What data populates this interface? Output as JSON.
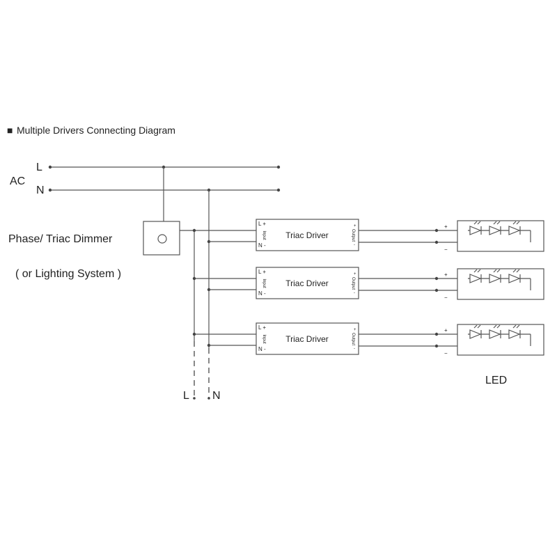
{
  "title": "Multiple Drivers Connecting Diagram",
  "title_bullet": "■",
  "supply": {
    "label": "AC",
    "line_label": "L",
    "neutral_label": "N"
  },
  "dimmer": {
    "label": "Phase/ Triac Dimmer",
    "sub_label": "( or  Lighting System )"
  },
  "driver": {
    "name": "Triac Driver",
    "input_l": "L +",
    "input_n": "N -",
    "input_label": "Input",
    "output_label": "Output",
    "output_plus": "+",
    "output_minus": "-"
  },
  "led_terminals": {
    "plus": "+",
    "minus": "−"
  },
  "led_label": "LED",
  "continuation": {
    "line_label": "L",
    "neutral_label": "N"
  },
  "drivers": [
    {
      "id": 1
    },
    {
      "id": 2
    },
    {
      "id": 3
    }
  ]
}
